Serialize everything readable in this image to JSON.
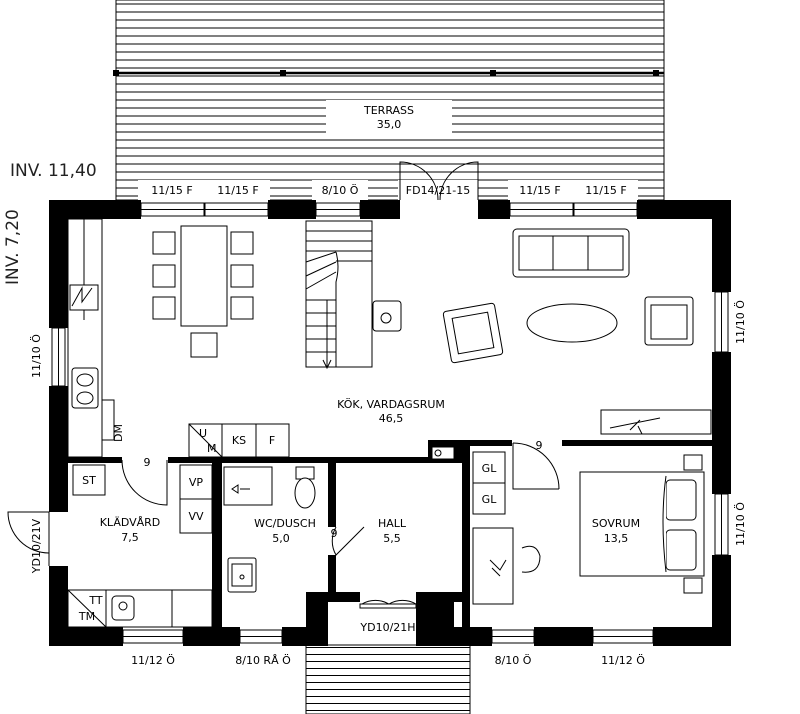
{
  "levels": {
    "inv_1": "INV. 11,40",
    "inv_2": "INV. 7,20"
  },
  "rooms": [
    {
      "id": "terrass",
      "name": "TERRASS",
      "area": "35,0"
    },
    {
      "id": "kok",
      "name": "KÖK, VARDAGSRUM",
      "area": "46,5"
    },
    {
      "id": "kladvard",
      "name": "KLÄDVÅRD",
      "area": "7,5"
    },
    {
      "id": "wc",
      "name": "WC/DUSCH",
      "area": "5,0"
    },
    {
      "id": "hall",
      "name": "HALL",
      "area": "5,5"
    },
    {
      "id": "sovrum",
      "name": "SOVRUM",
      "area": "13,5"
    }
  ],
  "windows": {
    "top_1": "11/15 F",
    "top_2": "11/15 F",
    "top_3": "8/10 Ö",
    "top_door": "FD14/21-15",
    "top_4": "11/15 F",
    "top_5": "11/15 F",
    "left": "11/10 Ö",
    "left_door": "YD10/21V",
    "right_1": "11/10 Ö",
    "right_2": "11/10 Ö",
    "bottom_1": "11/12 Ö",
    "bottom_2": "8/10 RÅ Ö",
    "bottom_door": "YD10/21H",
    "bottom_3": "8/10 Ö",
    "bottom_4": "11/12 Ö"
  },
  "fixtures": {
    "u": "U",
    "m": "M",
    "ks": "KS",
    "f": "F",
    "dm": "DM",
    "st": "ST",
    "vp": "VP",
    "vv": "VV",
    "tt": "TT",
    "tm": "TM",
    "gl_1": "GL",
    "gl_2": "GL"
  },
  "door_widths": {
    "d1": "9",
    "d2": "9",
    "d3": "9"
  }
}
